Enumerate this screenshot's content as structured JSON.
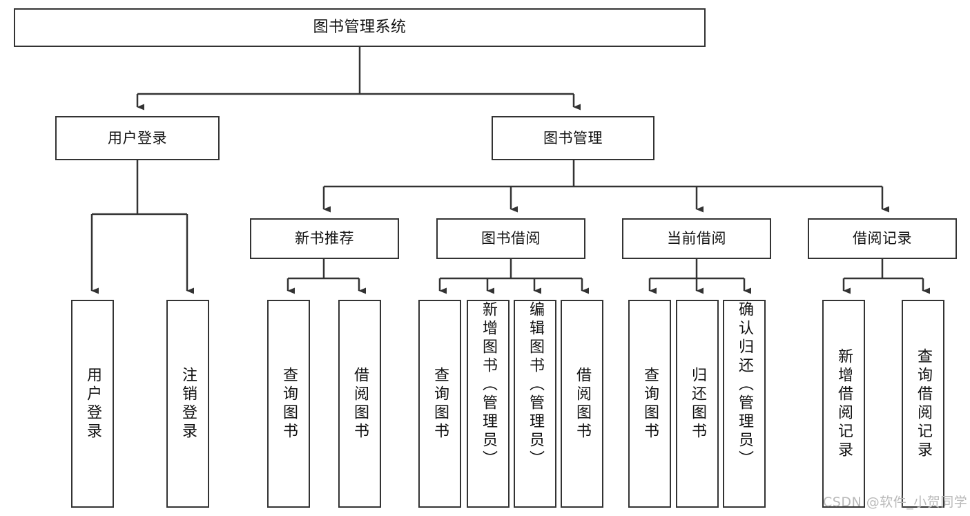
{
  "diagram": {
    "title_text": "图书管理系统",
    "stroke_color": "#333333",
    "background_color": "#ffffff",
    "text_color": "#111111",
    "watermark": {
      "text": "CSDN @软件_小贺同学",
      "color": "#b9b9b9"
    },
    "nodes": {
      "root": {
        "label": "图书管理系统"
      },
      "level2": [
        {
          "id": "user-login",
          "label": "用户登录"
        },
        {
          "id": "book-management",
          "label": "图书管理"
        }
      ],
      "level3": [
        {
          "id": "new-book-recommend",
          "label": "新书推荐"
        },
        {
          "id": "book-borrow",
          "label": "图书借阅"
        },
        {
          "id": "current-borrow",
          "label": "当前借阅"
        },
        {
          "id": "borrow-record",
          "label": "借阅记录"
        }
      ],
      "leaves": [
        {
          "id": "leaf-user-login",
          "label": "用户登录",
          "parent": "user-login"
        },
        {
          "id": "leaf-logout-login",
          "label": "注销登录",
          "parent": "user-login"
        },
        {
          "id": "leaf-query-book-1",
          "label": "查询图书",
          "parent": "new-book-recommend"
        },
        {
          "id": "leaf-borrow-book-1",
          "label": "借阅图书",
          "parent": "new-book-recommend"
        },
        {
          "id": "leaf-query-book-2",
          "label": "查询图书",
          "parent": "book-borrow"
        },
        {
          "id": "leaf-add-book",
          "label": "新增图书（管理员）",
          "parent": "book-borrow"
        },
        {
          "id": "leaf-edit-book",
          "label": "编辑图书（管理员）",
          "parent": "book-borrow"
        },
        {
          "id": "leaf-borrow-book-2",
          "label": "借阅图书",
          "parent": "book-borrow"
        },
        {
          "id": "leaf-query-book-3",
          "label": "查询图书",
          "parent": "current-borrow"
        },
        {
          "id": "leaf-return-book",
          "label": "归还图书",
          "parent": "current-borrow"
        },
        {
          "id": "leaf-confirm-return",
          "label": "确认归还（管理员）",
          "parent": "current-borrow"
        },
        {
          "id": "leaf-add-record",
          "label": "新增借阅记录",
          "parent": "borrow-record"
        },
        {
          "id": "leaf-query-record",
          "label": "查询借阅记录",
          "parent": "borrow-record"
        }
      ]
    }
  }
}
